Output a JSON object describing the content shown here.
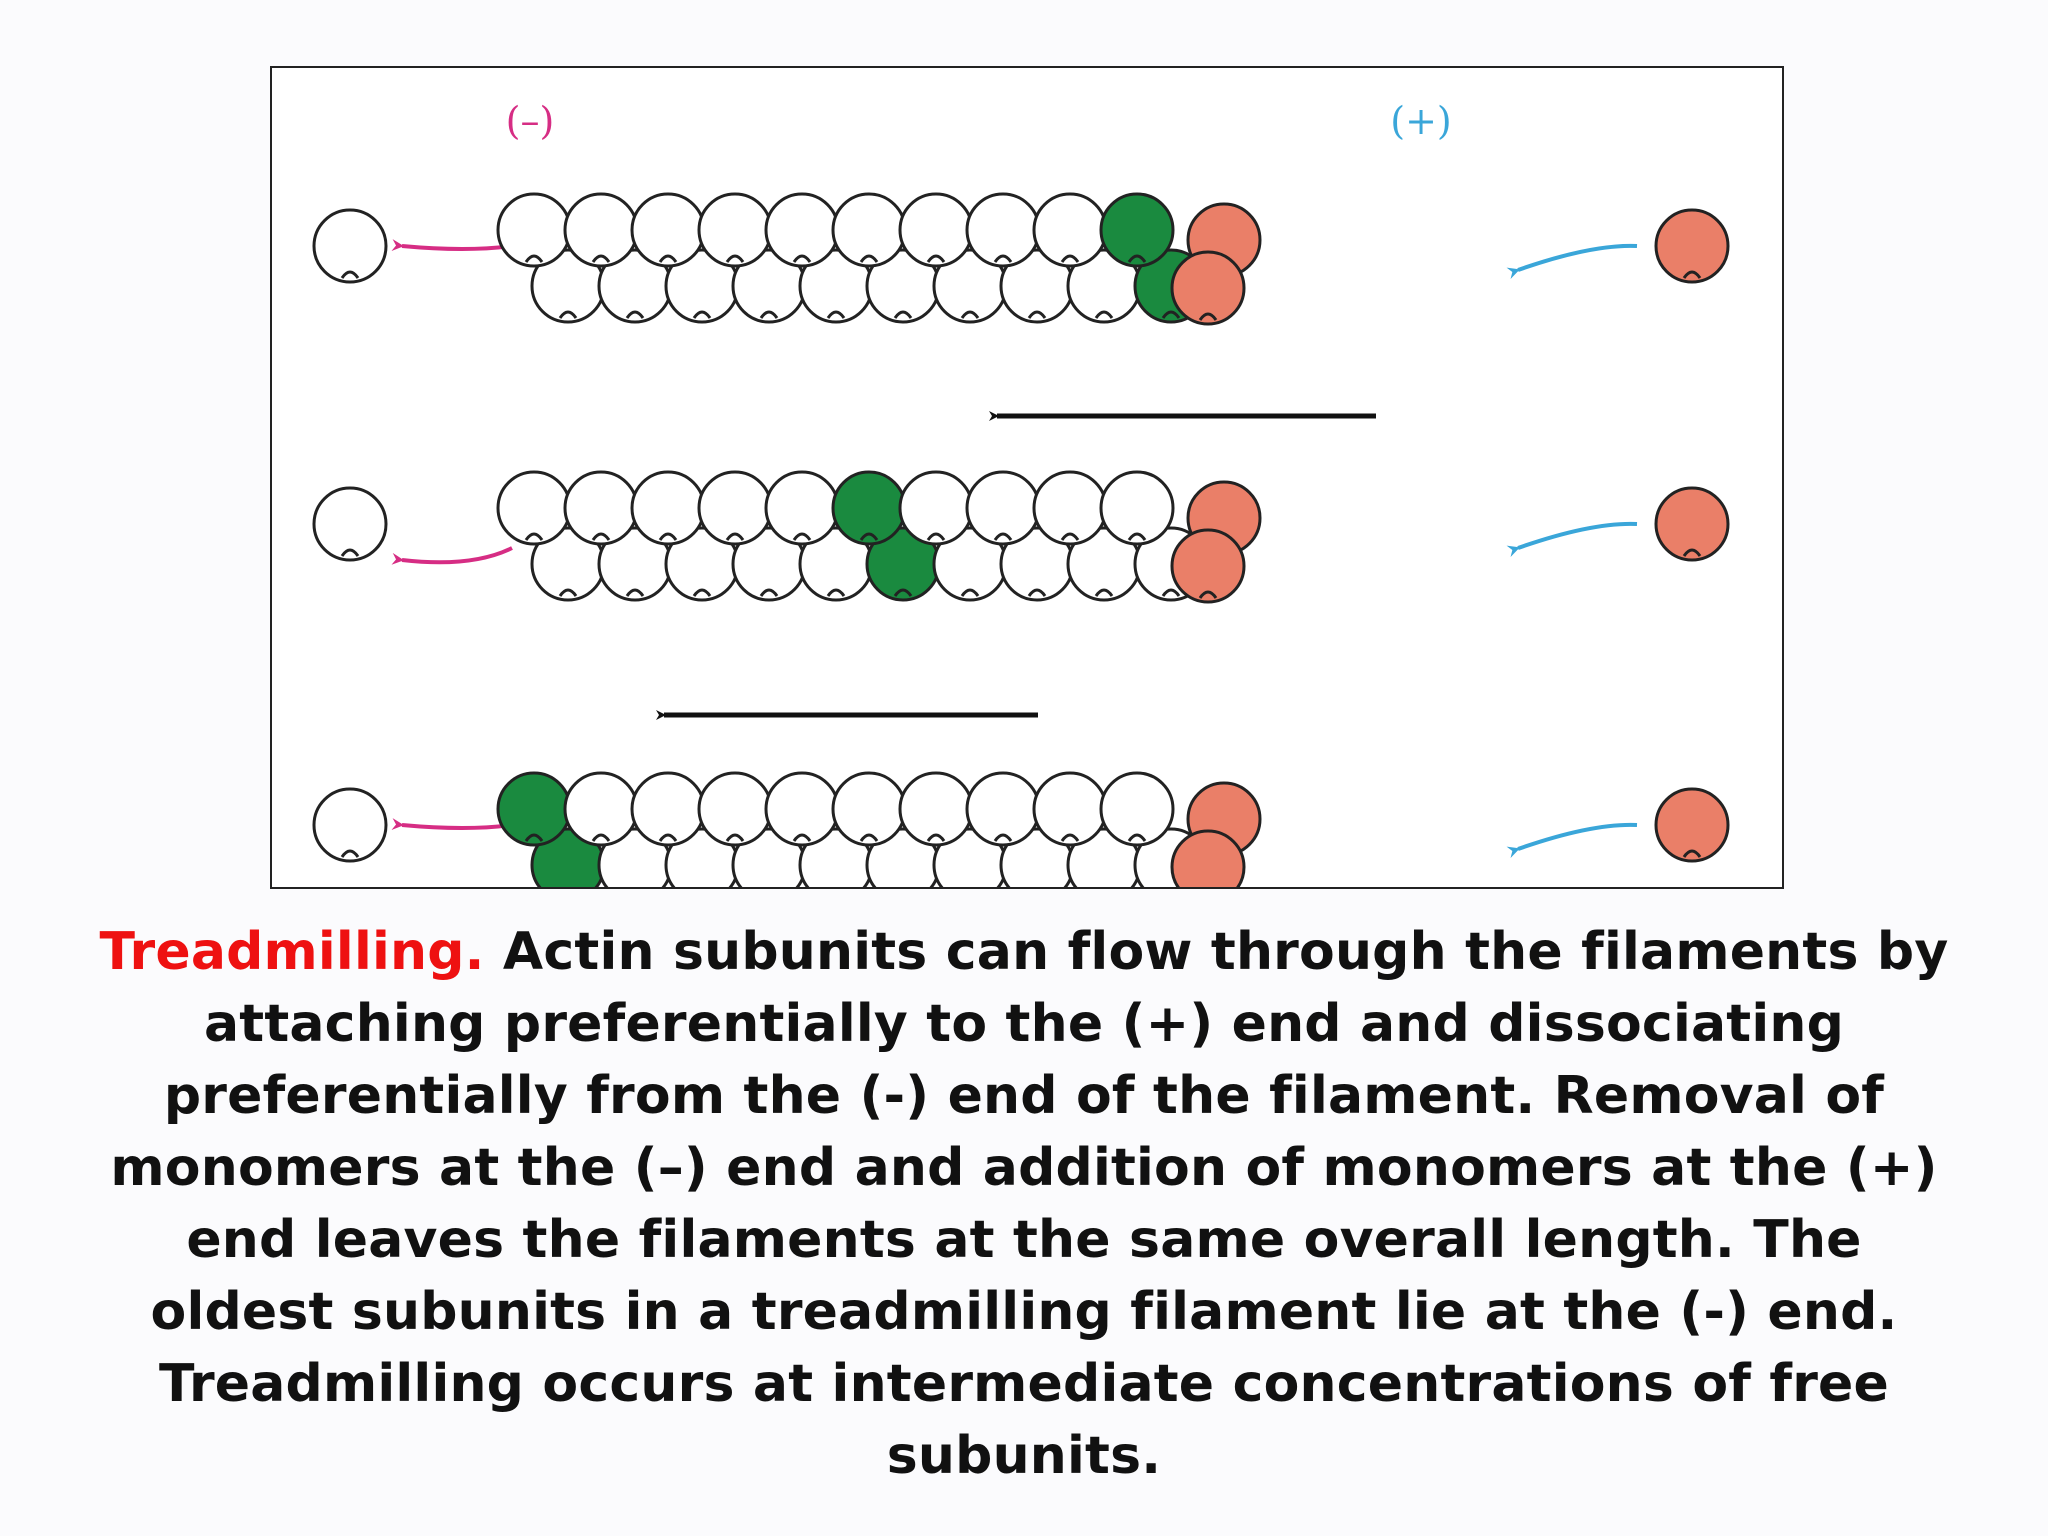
{
  "diagram": {
    "minus_label": "(–)",
    "plus_label": "(+)",
    "colors": {
      "minus": "#d62d84",
      "plus": "#3aa6d9",
      "new_subunit": "#ea7f68",
      "old_subunit": "#1a8a3f",
      "subunit": "#ffffff",
      "outline": "#222222"
    },
    "rows": [
      {
        "name": "row-1",
        "marked_subunits_position": "plus-end"
      },
      {
        "name": "row-2",
        "marked_subunits_position": "middle"
      },
      {
        "name": "row-3",
        "marked_subunits_position": "minus-end"
      }
    ]
  },
  "caption": {
    "title": "Treadmilling.",
    "text": " Actin subunits can flow through the filaments by attaching preferentially to the (+) end and dissociating preferentially from the (-) end of the filament. Removal of monomers at the (–) end and addition of monomers at the (+) end leaves the filaments at the same overall length. The oldest subunits in a treadmilling filament lie at the (-) end. Treadmilling occurs at intermediate concentrations of free subunits."
  }
}
